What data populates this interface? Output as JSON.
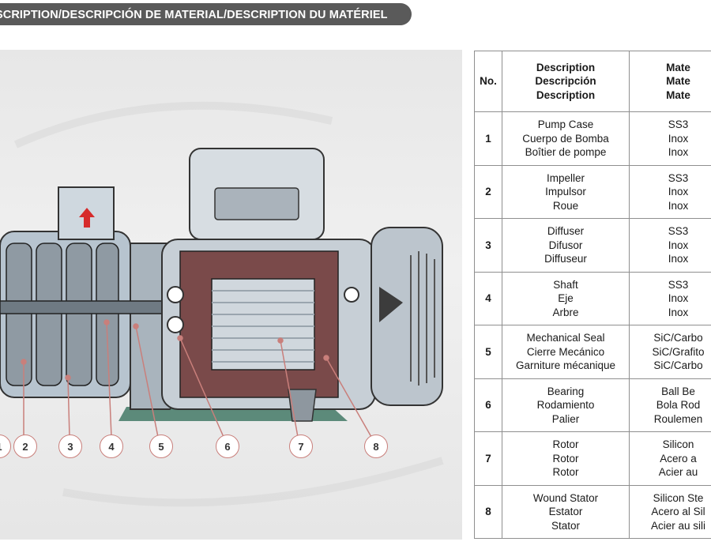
{
  "header": {
    "title": "SCRIPTION/DESCRIPCIÓN DE MATERIAL/DESCRIPTION DU MATÉRIEL"
  },
  "diagram": {
    "callouts": [
      "1",
      "2",
      "3",
      "4",
      "5",
      "6",
      "7",
      "8"
    ],
    "colors": {
      "accent": "#c97f7b",
      "arrow": "#d62b2b",
      "base": "#5c8a7a",
      "casing": "#b7c4cf",
      "rotor": "#d0d7dd",
      "stator": "#7a4a4a"
    }
  },
  "table": {
    "headers": {
      "no": "No.",
      "description": [
        "Description",
        "Descripción",
        "Description"
      ],
      "material": [
        "Mate",
        "Mate",
        "Mate"
      ]
    },
    "rows": [
      {
        "no": "1",
        "desc": [
          "Pump Case",
          "Cuerpo de Bomba",
          "Boîtier de pompe"
        ],
        "mat": [
          "SS3",
          "Inox",
          "Inox"
        ]
      },
      {
        "no": "2",
        "desc": [
          "Impeller",
          "Impulsor",
          "Roue"
        ],
        "mat": [
          "SS3",
          "Inox",
          "Inox"
        ]
      },
      {
        "no": "3",
        "desc": [
          "Diffuser",
          "Difusor",
          "Diffuseur"
        ],
        "mat": [
          "SS3",
          "Inox",
          "Inox"
        ]
      },
      {
        "no": "4",
        "desc": [
          "Shaft",
          "Eje",
          "Arbre"
        ],
        "mat": [
          "SS3",
          "Inox",
          "Inox"
        ]
      },
      {
        "no": "5",
        "desc": [
          "Mechanical Seal",
          "Cierre Mecánico",
          "Garniture mécanique"
        ],
        "mat": [
          "SiC/Carbo",
          "SiC/Grafito",
          "SiC/Carbo"
        ]
      },
      {
        "no": "6",
        "desc": [
          "Bearing",
          "Rodamiento",
          "Palier"
        ],
        "mat": [
          "Ball Be",
          "Bola Rod",
          "Roulemen"
        ]
      },
      {
        "no": "7",
        "desc": [
          "Rotor",
          "Rotor",
          "Rotor"
        ],
        "mat": [
          "Silicon",
          "Acero a",
          "Acier au"
        ]
      },
      {
        "no": "8",
        "desc": [
          "Wound Stator",
          "Estator",
          "Stator"
        ],
        "mat": [
          "Silicon Ste",
          "Acero al Sil",
          "Acier au sili"
        ]
      }
    ]
  }
}
